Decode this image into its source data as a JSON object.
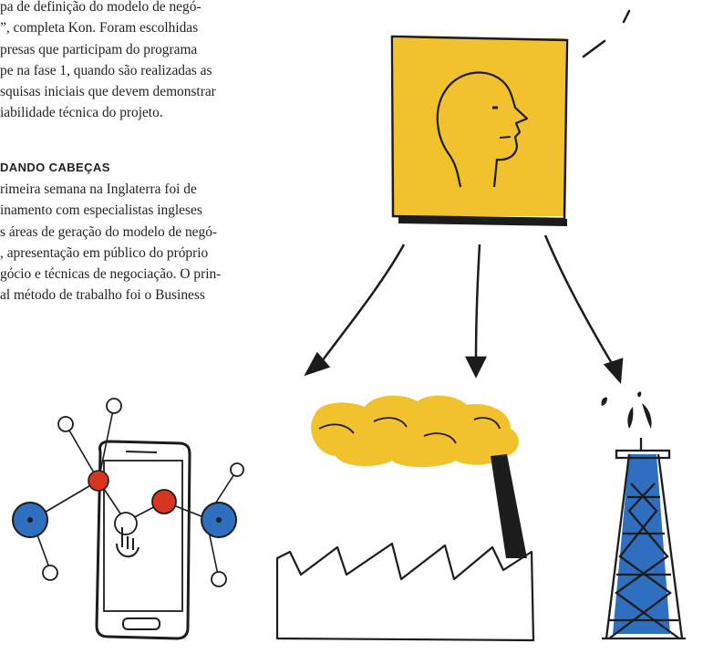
{
  "article": {
    "paragraph1": [
      "pa de definição do modelo de negó-",
      "”, completa Kon. Foram escolhidas",
      "presas que participam do programa",
      "pe na fase 1, quando são realizadas as",
      "squisas iniciais que devem demonstrar",
      "iabilidade técnica do projeto."
    ],
    "heading": "DANDO CABEÇAS",
    "paragraph2": [
      "rimeira semana na Inglaterra foi de",
      "inamento com especialistas ingleses",
      "s áreas de geração do modelo de negó-",
      ", apresentação em público do próprio",
      "gócio e técnicas de negociação. O prin-",
      "al método de trabalho foi o Business"
    ]
  },
  "illustration": {
    "colors": {
      "yellow": "#f2c12e",
      "blue": "#2f6fc0",
      "red": "#d8351f",
      "ink": "#1c1c1c"
    },
    "items": [
      "head-profile-icon",
      "smartphone-network-icon",
      "factory-icon",
      "oil-derrick-icon"
    ]
  }
}
